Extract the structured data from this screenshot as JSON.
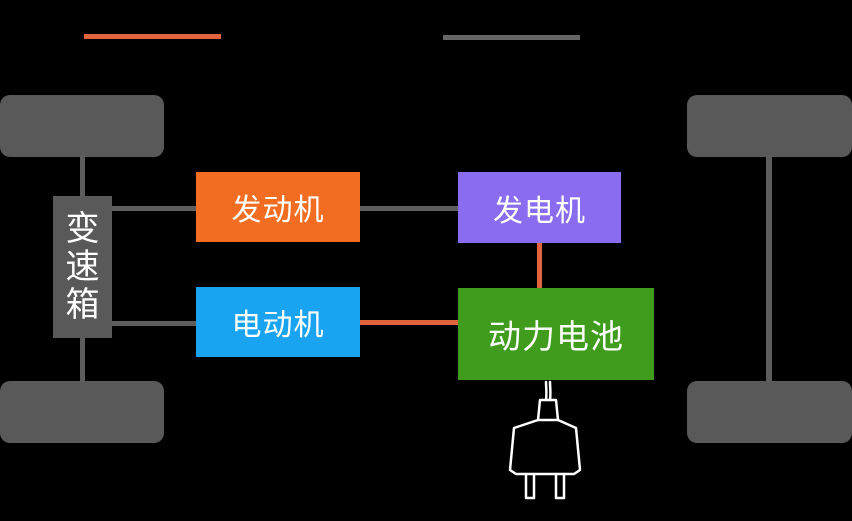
{
  "components": {
    "gearbox": {
      "chars": [
        "变",
        "速",
        "箱"
      ],
      "color": "#595959"
    },
    "engine": {
      "label": "发动机",
      "color": "#f26d22"
    },
    "generator": {
      "label": "发电机",
      "color": "#8a6cf0"
    },
    "motor": {
      "label": "电动机",
      "color": "#1aa3f0"
    },
    "battery": {
      "label": "动力电池",
      "color": "#3f9c1c"
    }
  },
  "colors": {
    "mechanical_link": "#5e5e5e",
    "electrical_link": "#e2643c",
    "wheel": "#595959",
    "plug_outline": "#ffffff"
  },
  "icons": [
    "charging-plug-icon"
  ]
}
